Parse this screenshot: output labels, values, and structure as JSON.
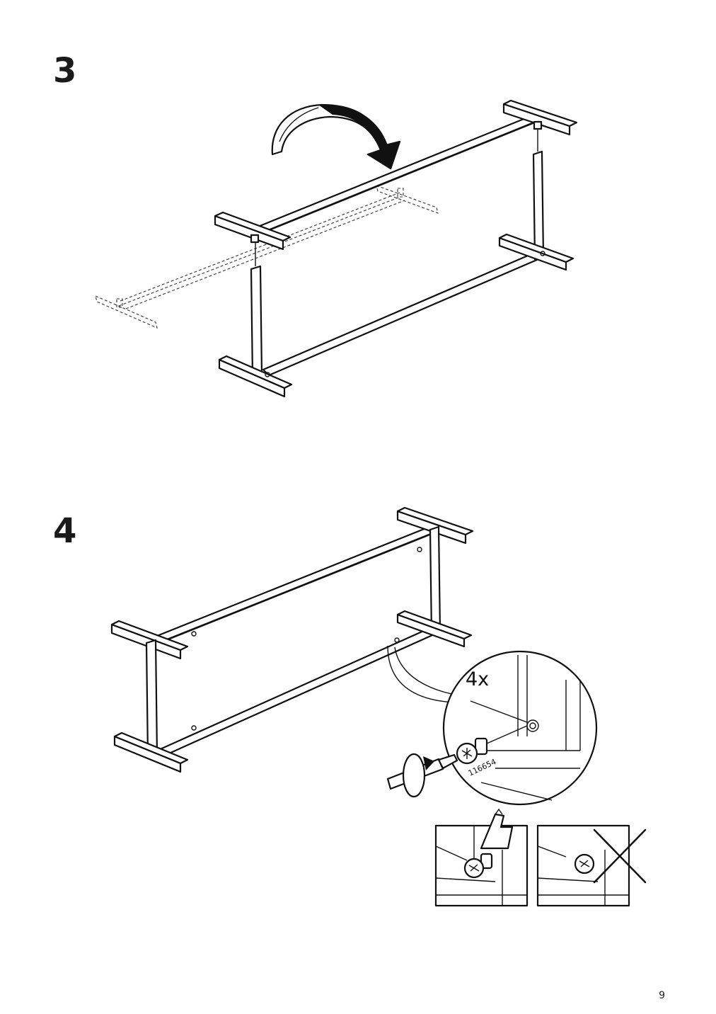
{
  "steps": {
    "step3": {
      "number": "3"
    },
    "step4": {
      "number": "4"
    }
  },
  "detail": {
    "quantity": "4x",
    "part_number": "116654"
  },
  "page": {
    "number": "9"
  },
  "icons": {
    "rotate_arrow": "rotate-arrow-icon",
    "screwdriver": "screwdriver-icon",
    "finger_tighten": "hand-tighten-icon",
    "wrong_mark": "cross-icon"
  }
}
